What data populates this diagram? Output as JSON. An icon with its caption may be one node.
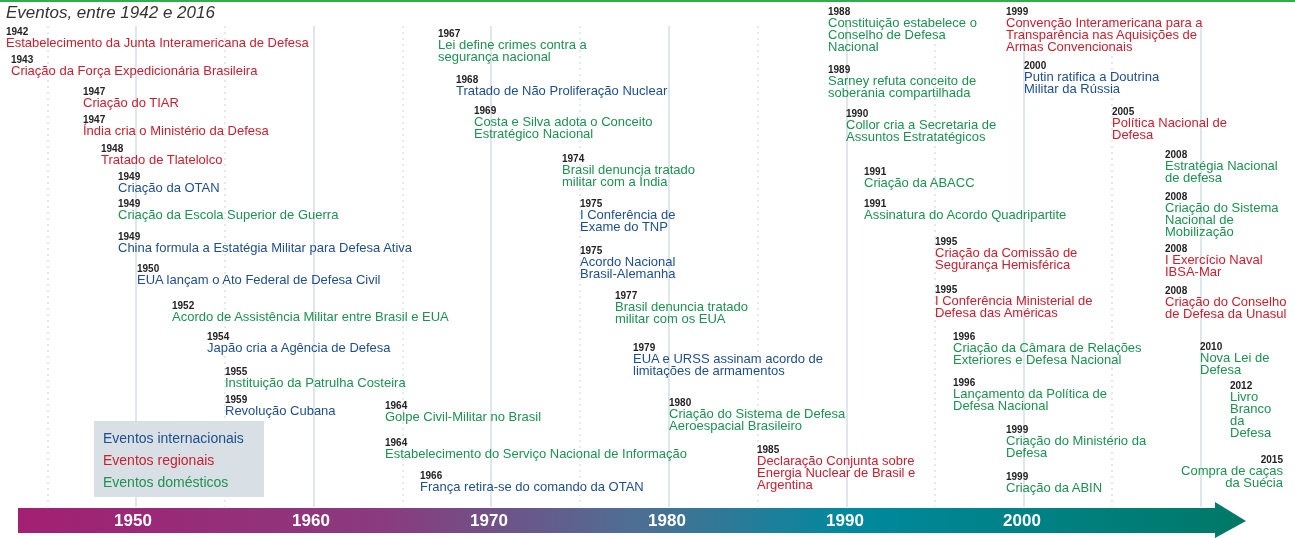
{
  "diagram": {
    "title": "Eventos, entre 1942 e 2016",
    "labels": [
      "1942",
      "Estabelecimento da Junta Interamericana de Defesa",
      "1943",
      "Criação da Força Expedicionária Brasileira",
      "1947",
      "Criação do TIAR",
      "1947",
      "Índia cria o Ministério da Defesa",
      "1948",
      "Tratado de Tlatelolco",
      "1949",
      "Criação da OTAN",
      "1949",
      "Criação da Escola Superior de Guerra",
      "1949",
      "China formula a Estatégia Militar para Defesa Ativa",
      "1950",
      "EUA lançam o Ato Federal de Defesa Civil",
      "1952",
      "Acordo de Assistência Militar entre Brasil e EUA",
      "1954",
      "Japão cria a Agência de Defesa",
      "1955",
      "Instituição da Patrulha Costeira",
      "1959",
      "Revolução Cubana",
      "1964",
      "Golpe Civil-Militar no Brasil",
      "1964",
      "Estabelecimento do Serviço Nacional de Informação",
      "1966",
      "França retira-se do comando da OTAN",
      "1967",
      "Lei define crimes contra a segurança nacional",
      "1968",
      "Tratado de Não Proliferação Nuclear",
      "1969",
      "Costa e Silva adota o Conceito Estratégico Nacional",
      "1974",
      "Brasil denuncia tratado militar com a Índia",
      "1975",
      "I Conferência de Exame do TNP",
      "1975",
      "Acordo Nacional Brasil-Alemanha",
      "1977",
      "Brasil denuncia tratado militar com os EUA",
      "1979",
      "EUA e URSS assinam acordo de limitações de armamentos",
      "1980",
      "Criação do Sistema de Defesa Aeroespacial Brasileiro",
      "1985",
      "Declaração Conjunta sobre Energia Nuclear de Brasil e Argentina",
      "1988",
      "Constituição estabelece o Conselho de Defesa Nacional",
      "1989",
      "Sarney refuta conceito de soberania compartilhada",
      "1990",
      "Collor cria a Secretaria de Assuntos Estratatégicos",
      "1991",
      "Criação da ABACC",
      "1991",
      "Assinatura do Acordo Quadripartite",
      "1995",
      "Criação da Comissão de Segurança Hemisférica",
      "1995",
      "I Conferência Ministerial de Defesa das Américas",
      "1996",
      "Criação da Câmara de Relações Exteriores e Defesa Nacional",
      "1996",
      "Lançamento da Política de Defesa Nacional",
      "1999",
      "Criação do Ministério da Defesa",
      "1999",
      "Criação da ABIN",
      "1999",
      "Convenção Interamericana para a Transparência nas Aquisições de Armas Convencionais",
      "2000",
      "Putin ratifica a Doutrina Militar da Rússia",
      "2005",
      "Política Nacional de Defesa",
      "2008",
      "Estratégia Nacional de defesa",
      "2008",
      "Criação do Sistema Nacional de Mobilização",
      "2008",
      "I Exercício Naval IBSA-Mar",
      "2008",
      "Criação do Conselho de Defesa da Unasul",
      "2010",
      "Nova Lei de Defesa",
      "2012",
      "Livro Branco da Defesa",
      "2015",
      "Compra de caças da Suécia",
      "1950",
      "1960",
      "1970",
      "1980",
      "1990",
      "2000"
    ],
    "legend": [
      {
        "text": "Eventos internacionais",
        "color": "#1f4e8c"
      },
      {
        "text": "Eventos regionais",
        "color": "#c8202f"
      },
      {
        "text": "Eventos domésticos",
        "color": "#1e9150"
      }
    ]
  }
}
